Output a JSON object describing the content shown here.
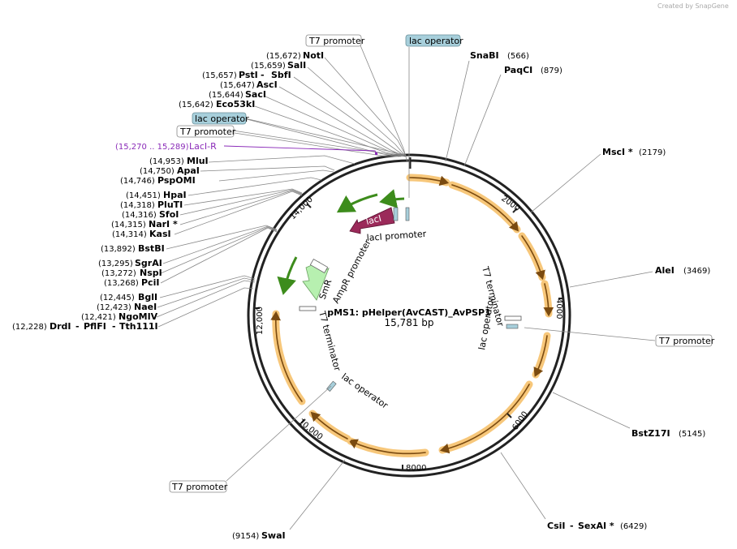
{
  "watermark": "Created by SnapGene",
  "map": {
    "name": "pMS1: pHelper(AvCAST)_AvPSP1",
    "size": "15,781 bp"
  },
  "ticks": [
    "2000",
    "4000",
    "6000",
    "8000",
    "10,000",
    "12,000",
    "14,000"
  ],
  "boxed_labels": {
    "t7_top": "T7 promoter",
    "lac_top": "lac operator",
    "lac_left": "lac operator",
    "t7_left": "T7 promoter",
    "t7_right": "T7 promoter",
    "t7_bottom": "T7 promoter"
  },
  "laci_r": {
    "pos": "(15,270 .. 15,289)",
    "name": "LacI-R"
  },
  "sites_left": [
    {
      "pos": "(15,672)",
      "name": "NotI"
    },
    {
      "pos": "(15,659)",
      "name": "SalI"
    },
    {
      "pos": "(15,657)",
      "name": "PstI",
      "extra": "SbfI"
    },
    {
      "pos": "(15,647)",
      "name": "AscI"
    },
    {
      "pos": "(15,644)",
      "name": "SacI"
    },
    {
      "pos": "(15,642)",
      "name": "Eco53kI"
    },
    {
      "pos": "(14,953)",
      "name": "MluI"
    },
    {
      "pos": "(14,750)",
      "name": "ApaI"
    },
    {
      "pos": "(14,746)",
      "name": "PspOMI"
    },
    {
      "pos": "(14,451)",
      "name": "HpaI"
    },
    {
      "pos": "(14,318)",
      "name": "PluTI"
    },
    {
      "pos": "(14,316)",
      "name": "SfoI"
    },
    {
      "pos": "(14,315)",
      "name": "NarI *"
    },
    {
      "pos": "(14,314)",
      "name": "KasI"
    },
    {
      "pos": "(13,892)",
      "name": "BstBI"
    },
    {
      "pos": "(13,295)",
      "name": "SgrAI"
    },
    {
      "pos": "(13,272)",
      "name": "NspI"
    },
    {
      "pos": "(13,268)",
      "name": "PciI"
    },
    {
      "pos": "(12,445)",
      "name": "BglI"
    },
    {
      "pos": "(12,423)",
      "name": "NaeI"
    },
    {
      "pos": "(12,421)",
      "name": "NgoMIV"
    },
    {
      "pos": "(12,228)",
      "name": "DrdI",
      "extra": "PflFI",
      "extra2": "Tth111I"
    }
  ],
  "sites_right": [
    {
      "name": "SnaBI",
      "pos": "(566)"
    },
    {
      "name": "PaqCI",
      "pos": "(879)"
    },
    {
      "name": "MscI *",
      "pos": "(2179)"
    },
    {
      "name": "AleI",
      "pos": "(3469)"
    },
    {
      "name": "BstZ17I",
      "pos": "(5145)"
    },
    {
      "name": "CsiI",
      "extra": "SexAI *",
      "pos": "(6429)"
    },
    {
      "name": "SwaI",
      "pos": "(9154)"
    }
  ],
  "features": {
    "laci": "lacI",
    "laci_promoter": "lacI promoter",
    "ampr_promoter": "AmpR promoter",
    "smr": "SmR",
    "t7_term_left": "T7 terminator",
    "lac_op_inner": "lac operator",
    "t7_term_right": "T7 terminator",
    "lac_op_right": "lac operator"
  },
  "colors": {
    "backbone": "#222222",
    "orange_halo": "#f7c77a",
    "orange_arrow": "#7a4a10",
    "green_arrow": "#3d8c1c",
    "laci": "#9b2a5a",
    "smr": "#b7f0b0",
    "lac_box": "#a7cfdb",
    "laci_r": "#8a2bb8"
  }
}
